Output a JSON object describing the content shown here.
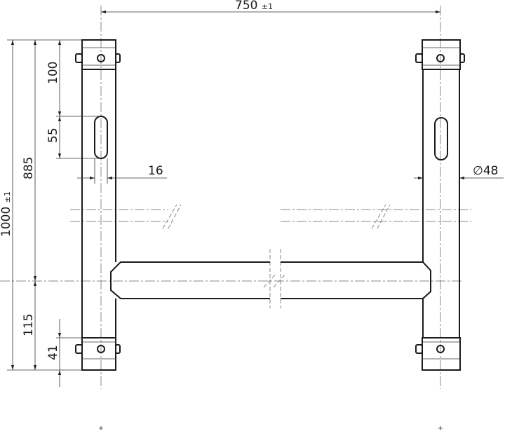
{
  "dimensions": {
    "width": {
      "value": "750",
      "tolerance": "±1"
    },
    "height": {
      "value": "1000",
      "tolerance": "±1"
    },
    "upper_to_crossbar": "885",
    "top_to_slot": "100",
    "slot_length": "55",
    "slot_width": "16",
    "tube_diameter": "48",
    "diameter_symbol": "∅",
    "crossbar_to_bottom": "115",
    "bottom_coupler": "41"
  }
}
